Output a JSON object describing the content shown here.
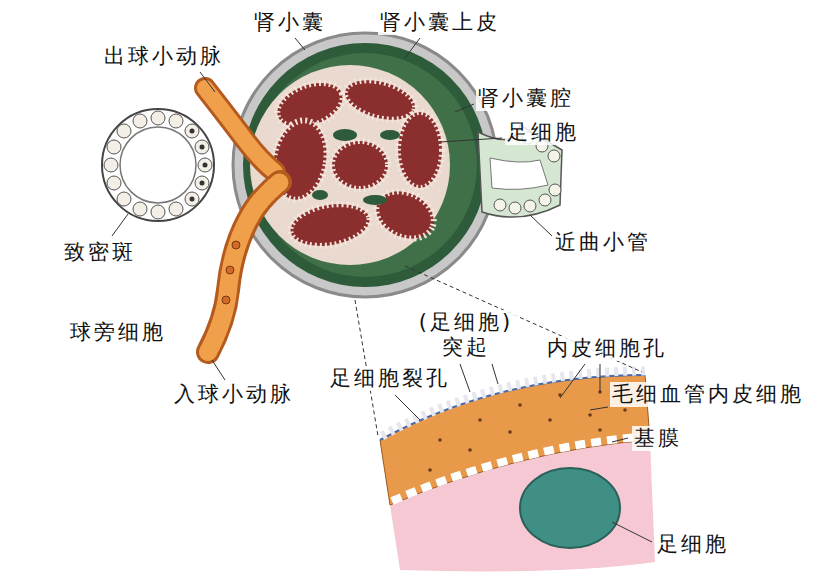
{
  "diagram": {
    "labels": [
      "肾小囊",
      "肾小囊上皮",
      "出球小动脉",
      "肾小囊腔",
      "足细胞",
      "近曲小管",
      "致密斑",
      "球旁细胞",
      "(足细胞) 突起",
      "内皮细胞孔",
      "足细胞裂孔",
      "入球小动脉",
      "毛细血管内皮细胞",
      "基膜",
      "足细胞"
    ]
  }
}
